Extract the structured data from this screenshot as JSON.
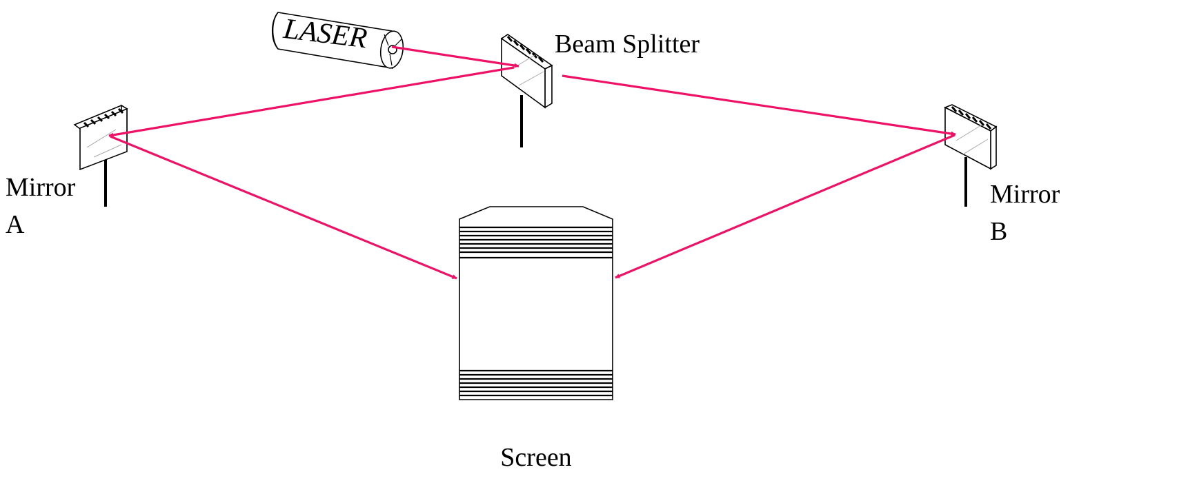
{
  "labels": {
    "laser": "LASER",
    "beam_splitter": "Beam Splitter",
    "mirror_a_line1": "Mirror",
    "mirror_a_line2": "A",
    "mirror_b_line1": "Mirror",
    "mirror_b_line2": "B",
    "screen": "Screen"
  },
  "colors": {
    "beam": "#ee1166",
    "outline": "#000000"
  }
}
